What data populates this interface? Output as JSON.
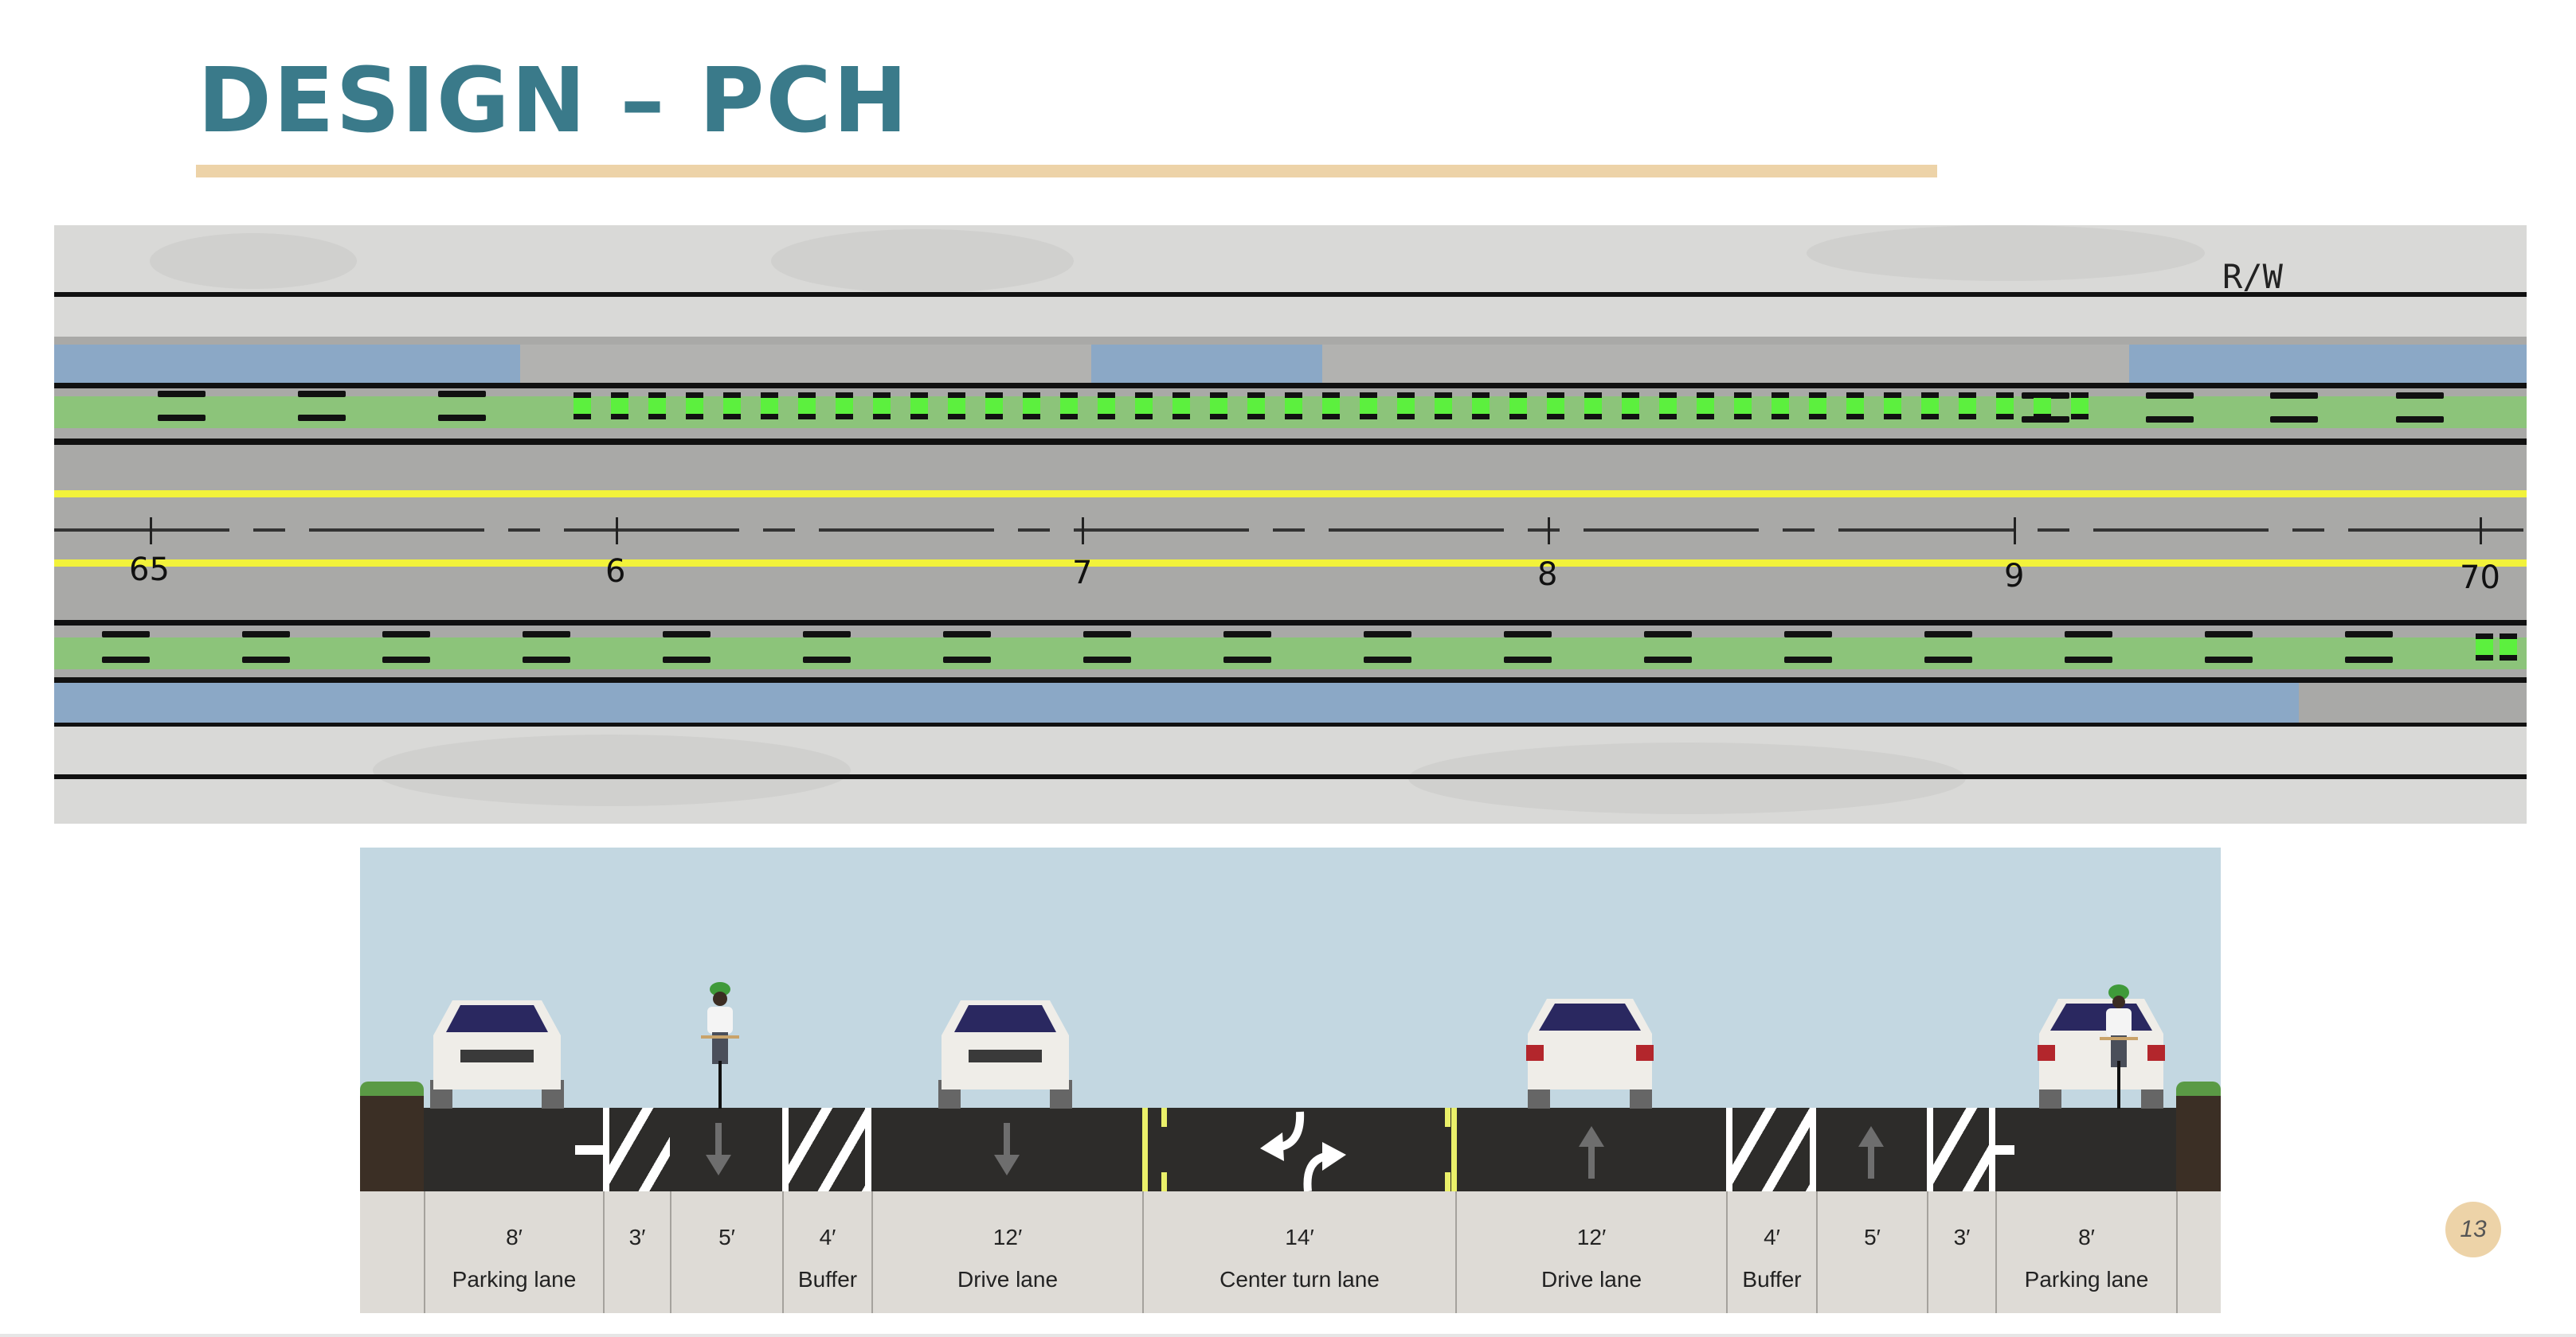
{
  "slide": {
    "title": "DESIGN – PCH",
    "page_number": "13",
    "colors": {
      "title": "#3a7a8a",
      "accent_rule": "#EDD3A8",
      "bike_lane_green": "#8cc47a",
      "green_conflict_markings": "#5cf03e",
      "parking_blue": "#8ba8c6",
      "yellow_centerline": "#f2f23a",
      "asphalt": "#2d2c2a",
      "sky": "#c3d7e1"
    }
  },
  "plan_view": {
    "label_right_of_way": "R/W",
    "stations": [
      "65",
      "6",
      "7",
      "8",
      "9",
      "70"
    ]
  },
  "cross_section": {
    "segments": [
      {
        "width": "8′",
        "name": "Parking lane"
      },
      {
        "width": "3′",
        "name": ""
      },
      {
        "width": "5′",
        "name": ""
      },
      {
        "width": "4′",
        "name": "Buffer"
      },
      {
        "width": "12′",
        "name": "Drive lane"
      },
      {
        "width": "14′",
        "name": "Center turn lane"
      },
      {
        "width": "12′",
        "name": "Drive lane"
      },
      {
        "width": "4′",
        "name": "Buffer"
      },
      {
        "width": "5′",
        "name": ""
      },
      {
        "width": "3′",
        "name": ""
      },
      {
        "width": "8′",
        "name": "Parking lane"
      }
    ],
    "icons": [
      "car-front-icon",
      "cyclist-front-icon",
      "car-front-icon",
      "two-way-left-turn-arrow-icon",
      "car-rear-icon",
      "cyclist-rear-icon",
      "car-rear-icon"
    ]
  }
}
